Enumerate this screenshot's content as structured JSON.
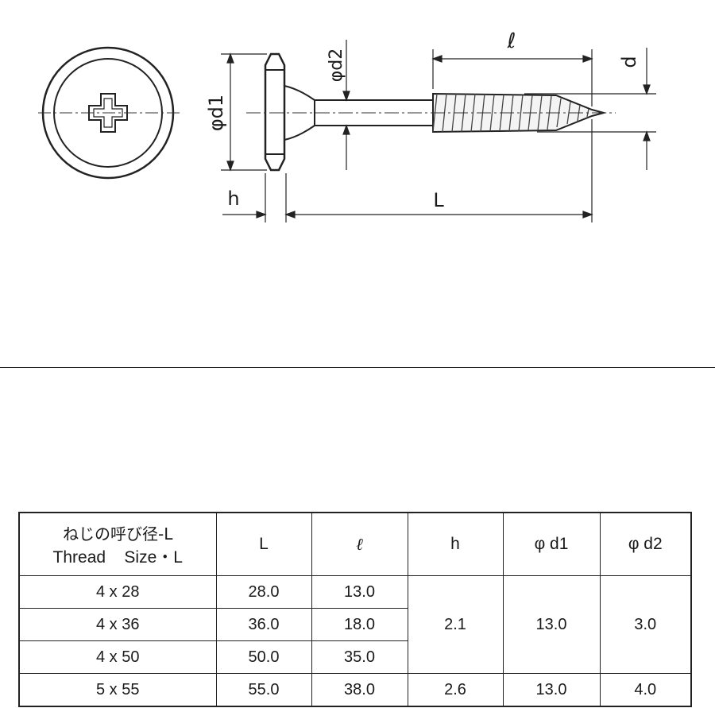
{
  "drawing": {
    "labels": {
      "ell": "ℓ",
      "d": "d",
      "phi_d2": "φd2",
      "phi_d1": "φd1",
      "h": "h",
      "L": "L"
    }
  },
  "table": {
    "header": {
      "thread_ja": "ねじの呼び径-L",
      "thread_en": "Thread    Size・L",
      "L": "L",
      "ell": "ℓ",
      "h": "h",
      "phi_d1": "φ d1",
      "phi_d2": "φ d2"
    },
    "rows": [
      {
        "size": "4 x 28",
        "L": "28.0",
        "ell": "13.0"
      },
      {
        "size": "4 x 36",
        "L": "36.0",
        "ell": "18.0"
      },
      {
        "size": "4 x 50",
        "L": "50.0",
        "ell": "35.0"
      },
      {
        "size": "5 x 55",
        "L": "55.0",
        "ell": "38.0",
        "h": "2.6",
        "d1": "13.0",
        "d2": "4.0"
      }
    ],
    "merged": {
      "h": "2.1",
      "d1": "13.0",
      "d2": "3.0"
    }
  }
}
